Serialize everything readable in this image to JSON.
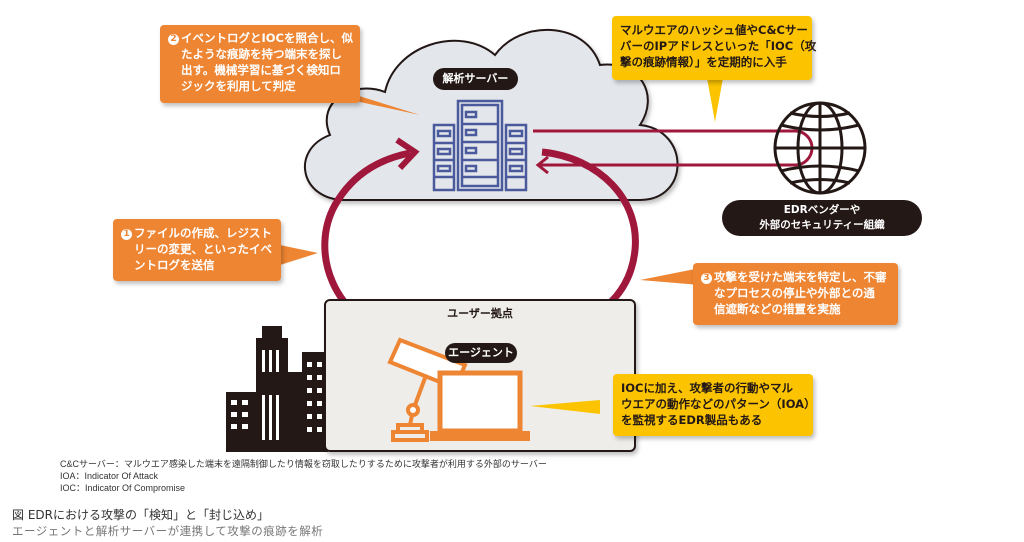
{
  "colors": {
    "callout_orange": "#ee8533",
    "callout_yellow": "#fcc400",
    "arrow_crimson": "#a0173c",
    "server_blue": "#4a5a9c",
    "cloud_fill": "#e3e6ea",
    "label_dark": "#231815",
    "agent_orange": "#ee8533"
  },
  "cloud": {
    "label": "解析サーバー",
    "icon": "server-rack-icon"
  },
  "vendor": {
    "icon": "globe-icon",
    "label_lines": [
      "EDRベンダーや",
      "外部のセキュリティー組織"
    ]
  },
  "user_site": {
    "label": "ユーザー拠点",
    "agent_label": "エージェント",
    "icons": [
      "security-camera-icon",
      "laptop-icon",
      "office-buildings-icon"
    ]
  },
  "callouts": {
    "step1": {
      "number": "1",
      "lines": [
        "ファイルの作成、レジスト",
        "リーの変更、といったイベ",
        "ントログを送信"
      ]
    },
    "step2": {
      "number": "2",
      "lines": [
        "イベントログとIOCを照合し、似",
        "たような痕跡を持つ端末を探し",
        "出す。機械学習に基づく検知ロ",
        "ジックを利用して判定"
      ]
    },
    "step3": {
      "number": "3",
      "lines": [
        "攻撃を受けた端末を特定し、不審",
        "なプロセスの停止や外部との通",
        "信遮断などの措置を実施"
      ]
    },
    "ioc_feed": {
      "lines": [
        "マルウエアのハッシュ値やC&Cサー",
        "バーのIPアドレスといった「IOC（攻",
        "撃の痕跡情報）」を定期的に入手"
      ]
    },
    "ioa": {
      "lines": [
        "IOCに加え、攻撃者の行動やマル",
        "ウエアの動作などのパターン（IOA）",
        "を監視するEDR製品もある"
      ]
    }
  },
  "notes": [
    "C&Cサーバー：マルウエア感染した端末を遠隔制御したり情報を窃取したりするために攻撃者が利用する外部のサーバー",
    "IOA：Indicator Of Attack",
    "IOC：Indicator Of Compromise"
  ],
  "caption": {
    "title": "図 EDRにおける攻撃の「検知」と「封じ込め」",
    "subtitle": "エージェントと解析サーバーが連携して攻撃の痕跡を解析"
  }
}
